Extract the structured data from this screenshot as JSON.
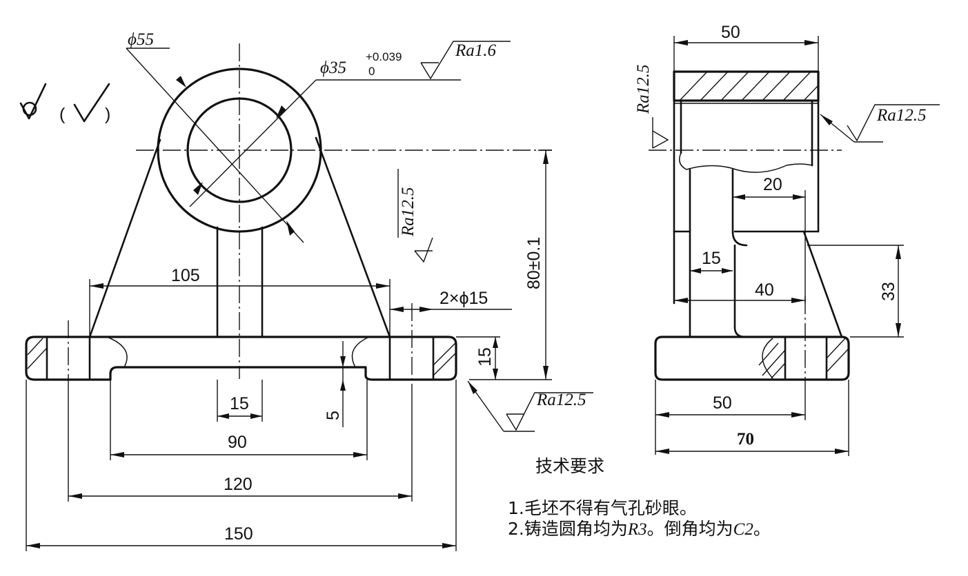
{
  "dimensions": {
    "phi55": "ϕ55",
    "phi35": "ϕ35",
    "phi35_upper": "+0.039",
    "phi35_lower": "0",
    "ra16": "Ra1.6",
    "ra125_front": "Ra12.5",
    "ra125_bottom": "Ra12.5",
    "ra125_side_left": "Ra12.5",
    "ra125_side_right": "Ra12.5",
    "d105": "105",
    "holes": "2×ϕ15",
    "h80": "80±0.1",
    "h15": "15",
    "d15_web": "15",
    "d5": "5",
    "d90": "90",
    "d120": "120",
    "d150": "150",
    "s50_top": "50",
    "s20": "20",
    "s15": "15",
    "s40": "40",
    "s33": "33",
    "s50_bottom": "50",
    "s70": "70"
  },
  "general_roughness": {
    "open": "(",
    "close": ")"
  },
  "notes": {
    "title": "技术要求",
    "line1": "1.毛坯不得有气孔砂眼。",
    "line2_a": "2.铸造圆角均为",
    "line2_r": "R3",
    "line2_b": "。倒角均为",
    "line2_c": "C2",
    "line2_d": "。"
  }
}
